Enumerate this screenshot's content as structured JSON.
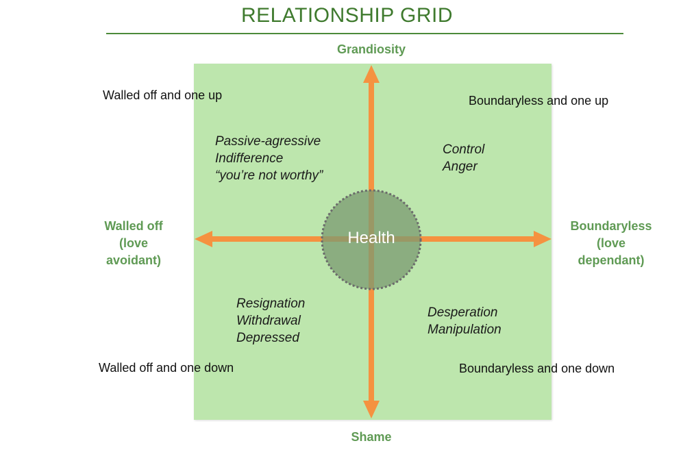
{
  "title": "RELATIONSHIP GRID",
  "axes": {
    "top": "Grandiosity",
    "bottom": "Shame",
    "left": [
      "Walled off",
      "(love",
      "avoidant)"
    ],
    "right": [
      "Boundaryless",
      "(love",
      "dependant)"
    ]
  },
  "corners": {
    "top_left": "Walled off and one up",
    "top_right": "Boundaryless and one up",
    "bottom_left": "Walled off and one down",
    "bottom_right": "Boundaryless and one down"
  },
  "quadrants": {
    "top_left": [
      "Passive-agressive",
      "Indifference",
      "“you’re not worthy”"
    ],
    "top_right": [
      "Control",
      "Anger"
    ],
    "bottom_left": [
      "Resignation",
      "Withdrawal",
      "Depressed"
    ],
    "bottom_right": [
      "Desperation",
      "Manipulation"
    ]
  },
  "center": "Health",
  "colors": {
    "grid": "#bde6ad",
    "arrow": "#f59240",
    "title": "#3f7a2e",
    "axis_label": "#5f9a54",
    "center_circle": "#7b9a72"
  }
}
